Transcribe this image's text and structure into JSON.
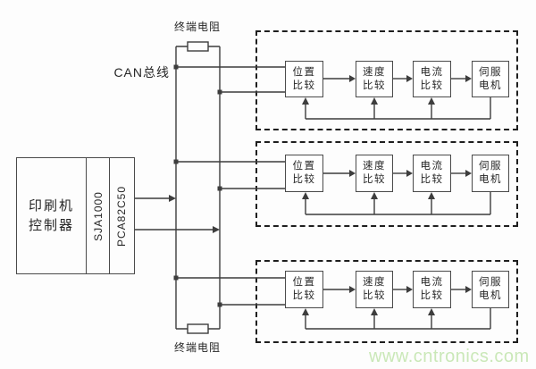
{
  "labels": {
    "terminator_top": "终端电阻",
    "terminator_bottom": "终端电阻",
    "can_bus": "CAN总线"
  },
  "controller": {
    "title_line1": "印刷机",
    "title_line2": "控制器",
    "chips": [
      "SJA1000",
      "PCA82C50"
    ]
  },
  "groups": [
    {
      "blocks": [
        {
          "line1": "位置",
          "line2": "比较"
        },
        {
          "line1": "速度",
          "line2": "比较"
        },
        {
          "line1": "电流",
          "line2": "比较"
        },
        {
          "line1": "伺服",
          "line2": "电机"
        }
      ]
    },
    {
      "blocks": [
        {
          "line1": "位置",
          "line2": "比较"
        },
        {
          "line1": "速度",
          "line2": "比较"
        },
        {
          "line1": "电流",
          "line2": "比较"
        },
        {
          "line1": "伺服",
          "line2": "电机"
        }
      ]
    },
    {
      "blocks": [
        {
          "line1": "位置",
          "line2": "比较"
        },
        {
          "line1": "速度",
          "line2": "比较"
        },
        {
          "line1": "电流",
          "line2": "比较"
        },
        {
          "line1": "伺服",
          "line2": "电机"
        }
      ]
    }
  ],
  "watermark": {
    "text": "www.cntronics.com"
  },
  "colors": {
    "wire": "#3d3d3d",
    "background": "#fdfdfd",
    "block_border": "#4a4a4a",
    "dashed_border": "#1e1e1e",
    "text": "#262626",
    "watermark": "#cae8b8"
  }
}
